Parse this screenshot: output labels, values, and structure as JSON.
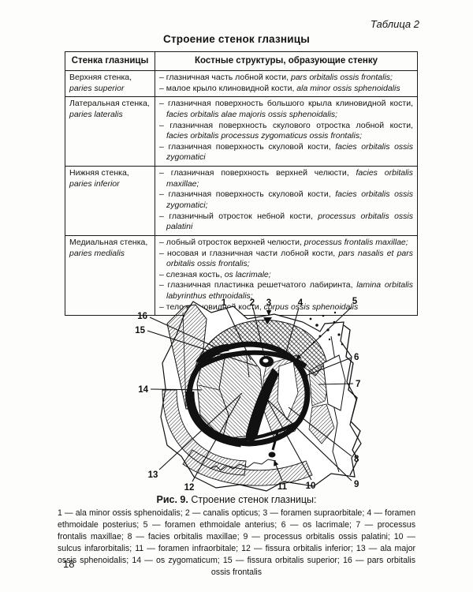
{
  "page": {
    "table_label": "Таблица 2",
    "page_number": "18"
  },
  "table": {
    "title": "Строение стенок глазницы",
    "headers": {
      "col1": "Стенка глазницы",
      "col2": "Костные структуры, образующие стенку"
    },
    "rows": [
      {
        "wall_ru": "Верхняя стенка,",
        "wall_la": "paries superior",
        "items": [
          {
            "ru": "глазничная часть лобной кости, ",
            "la": "pars orbitalis ossis frontalis;"
          },
          {
            "ru": "малое крыло клиновидной кости, ",
            "la": "ala minor ossis sphenoidalis"
          }
        ]
      },
      {
        "wall_ru": "Латеральная стенка,",
        "wall_la": "paries lateralis",
        "items": [
          {
            "ru": "глазничная поверхность большого крыла клиновидной кости, ",
            "la": "facies orbitalis alae majoris ossis sphenoidalis;"
          },
          {
            "ru": "глазничная поверхность скулового отростка лобной кости, ",
            "la": "facies orbitalis processus zygomaticus ossis frontalis;"
          },
          {
            "ru": "глазничная поверхность скуловой кости, ",
            "la": "facies orbitalis ossis zygomatici"
          }
        ]
      },
      {
        "wall_ru": "Нижняя стенка,",
        "wall_la": "paries inferior",
        "items": [
          {
            "ru": "глазничная поверхность верхней челюсти, ",
            "la": "facies orbitalis maxillae;"
          },
          {
            "ru": "глазничная поверхность скуловой кости, ",
            "la": "facies orbitalis ossis zygomatici;"
          },
          {
            "ru": "глазничный отросток небной кости, ",
            "la": "processus orbitalis ossis palatini"
          }
        ]
      },
      {
        "wall_ru": "Медиальная стенка,",
        "wall_la": "paries medialis",
        "items": [
          {
            "ru": "лобный отросток верхней челюсти, ",
            "la": "processus frontalis maxillae;"
          },
          {
            "ru": "носовая и глазничная части лобной кости, ",
            "la": "pars nasalis et pars orbitalis ossis frontalis;"
          },
          {
            "ru": "слезная кость, ",
            "la": "os lacrimale;"
          },
          {
            "ru": "глазничная пластинка решетчатого лабиринта, ",
            "la": "lamina orbitalis labyrinthus ethmoidalis;"
          },
          {
            "ru": "тело клиновидной кости, ",
            "la": "corpus ossis sphenoidalis"
          }
        ]
      }
    ]
  },
  "figure": {
    "caption": {
      "bold": "Рис. 9.",
      "text": " Строение стенок глазницы:"
    },
    "legend": [
      {
        "n": "1",
        "t": "ala minor ossis sphenoidalis"
      },
      {
        "n": "2",
        "t": "canalis opticus"
      },
      {
        "n": "3",
        "t": "foramen supraorbitale"
      },
      {
        "n": "4",
        "t": "foramen ethmoidale posterius"
      },
      {
        "n": "5",
        "t": "foramen ethmoidale anterius"
      },
      {
        "n": "6",
        "t": "os lacrimale"
      },
      {
        "n": "7",
        "t": "processus frontalis maxillae"
      },
      {
        "n": "8",
        "t": "facies orbitalis maxillae"
      },
      {
        "n": "9",
        "t": "processus orbitalis ossis palatini"
      },
      {
        "n": "10",
        "t": "sulcus infarorbitalis"
      },
      {
        "n": "11",
        "t": "foramen infraorbitale"
      },
      {
        "n": "12",
        "t": "fissura orbitalis inferior"
      },
      {
        "n": "13",
        "t": "ala major ossis sphenoidalis"
      },
      {
        "n": "14",
        "t": "os zygomaticum"
      },
      {
        "n": "15",
        "t": "fissura orbitalis superior"
      },
      {
        "n": "16",
        "t": "pars orbitalis ossis frontalis"
      }
    ]
  }
}
